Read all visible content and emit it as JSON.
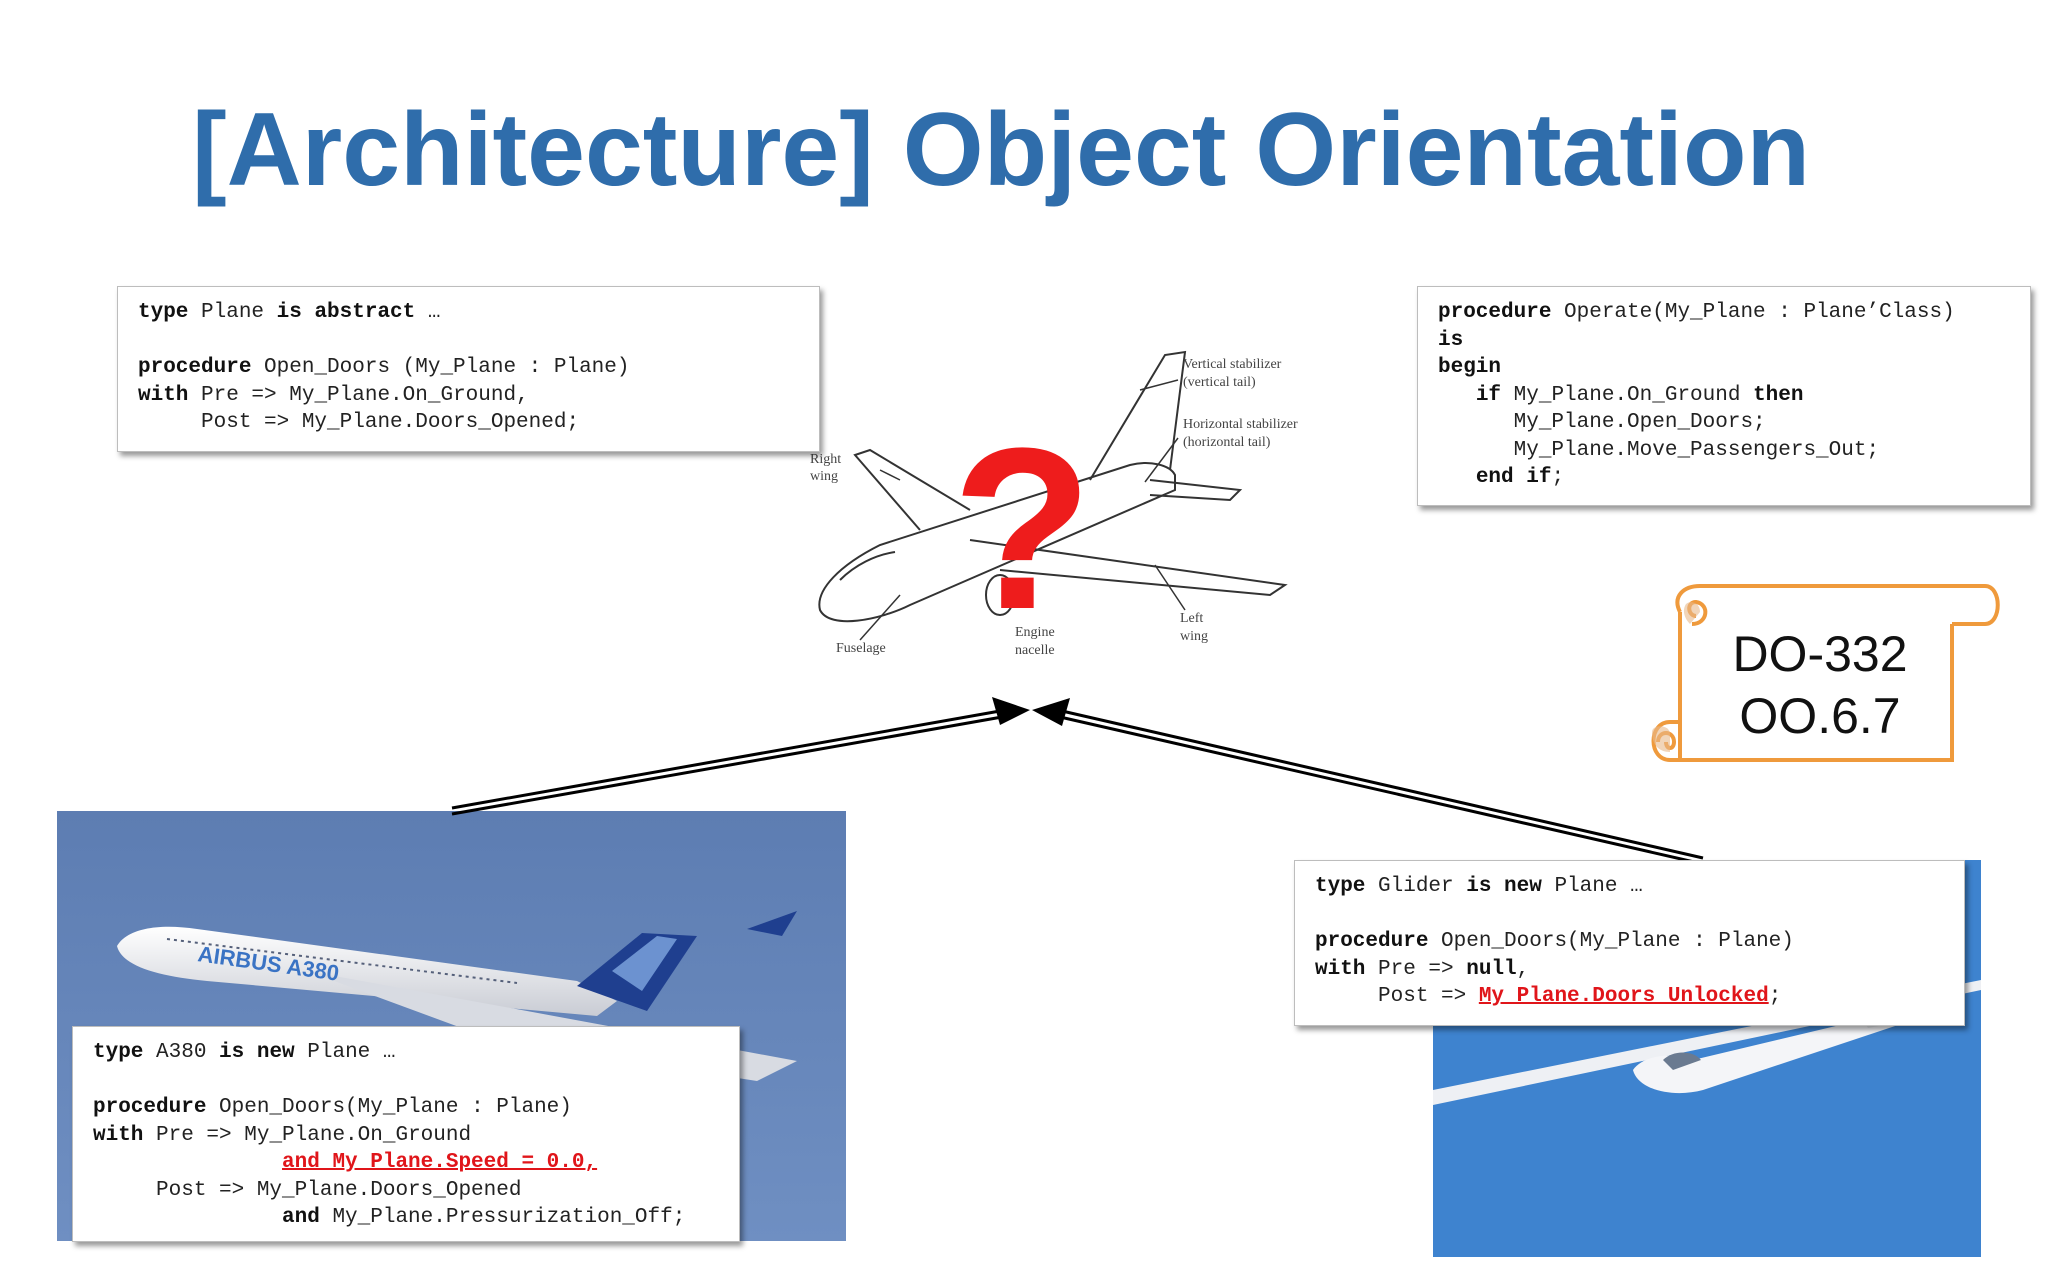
{
  "slide": {
    "title": "[Architecture] Object Orientation"
  },
  "base_box": {
    "l1": [
      "type",
      " Plane ",
      "is abstract",
      " …"
    ],
    "l2": [
      "procedure",
      " Open_Doors (My_Plane : Plane)"
    ],
    "l3": [
      "with",
      " Pre => My_Plane.On_Ground,"
    ],
    "l4": [
      "     Post => My_Plane.Doors_Opened;"
    ]
  },
  "operate_box": {
    "l1": [
      "procedure",
      " Operate(My_Plane : Plane’Class)"
    ],
    "l2": [
      "is"
    ],
    "l3": [
      "begin"
    ],
    "l4": [
      "   ",
      "if",
      " My_Plane.On_Ground ",
      "then"
    ],
    "l5": [
      "      My_Plane.Open_Doors;"
    ],
    "l6": [
      "      My_Plane.Move_Passengers_Out;"
    ],
    "l7": [
      "   ",
      "end if",
      ";"
    ]
  },
  "a380_box": {
    "l1": [
      "type",
      " A380 ",
      "is new",
      " Plane …"
    ],
    "l2": [
      "procedure",
      " Open_Doors(My_Plane : Plane)"
    ],
    "l3": [
      "with",
      " Pre => My_Plane.On_Ground"
    ],
    "l4": [
      "               ",
      "and My Plane.Speed = 0.0,"
    ],
    "l5": [
      "     Post => My_Plane.Doors_Opened"
    ],
    "l6": [
      "               ",
      "and",
      " My_Plane.Pressurization_Off;"
    ]
  },
  "glider_box": {
    "l1": [
      "type",
      " Glider ",
      "is new",
      " Plane …"
    ],
    "l2": [
      "procedure",
      " Open_Doors(My_Plane : Plane)"
    ],
    "l3": [
      "with",
      " Pre => ",
      "null",
      ","
    ],
    "l4": [
      "     Post => ",
      "My Plane.Doors Unlocked",
      ";"
    ]
  },
  "diagram": {
    "question_mark": "?",
    "labels": {
      "vertical_stabilizer": "Vertical stabilizer",
      "vertical_tail": "(vertical tail)",
      "horizontal_stabilizer": "Horizontal stabilizer",
      "horizontal_tail": "(horizontal tail)",
      "right_wing_1": "Right",
      "right_wing_2": "wing",
      "left_wing_1": "Left",
      "left_wing_2": "wing",
      "fuselage": "Fuselage",
      "engine_1": "Engine",
      "engine_2": "nacelle"
    }
  },
  "a380_photo": {
    "livery": "AIRBUS A380"
  },
  "scroll": {
    "line1": "DO-332",
    "line2": "OO.6.7"
  },
  "colors": {
    "title": "#2f6dab",
    "highlight": "#e0151a",
    "scroll_border": "#ef9a3c",
    "sky_a380": "#5b7fb4",
    "sky_glider": "#3f83cf"
  }
}
